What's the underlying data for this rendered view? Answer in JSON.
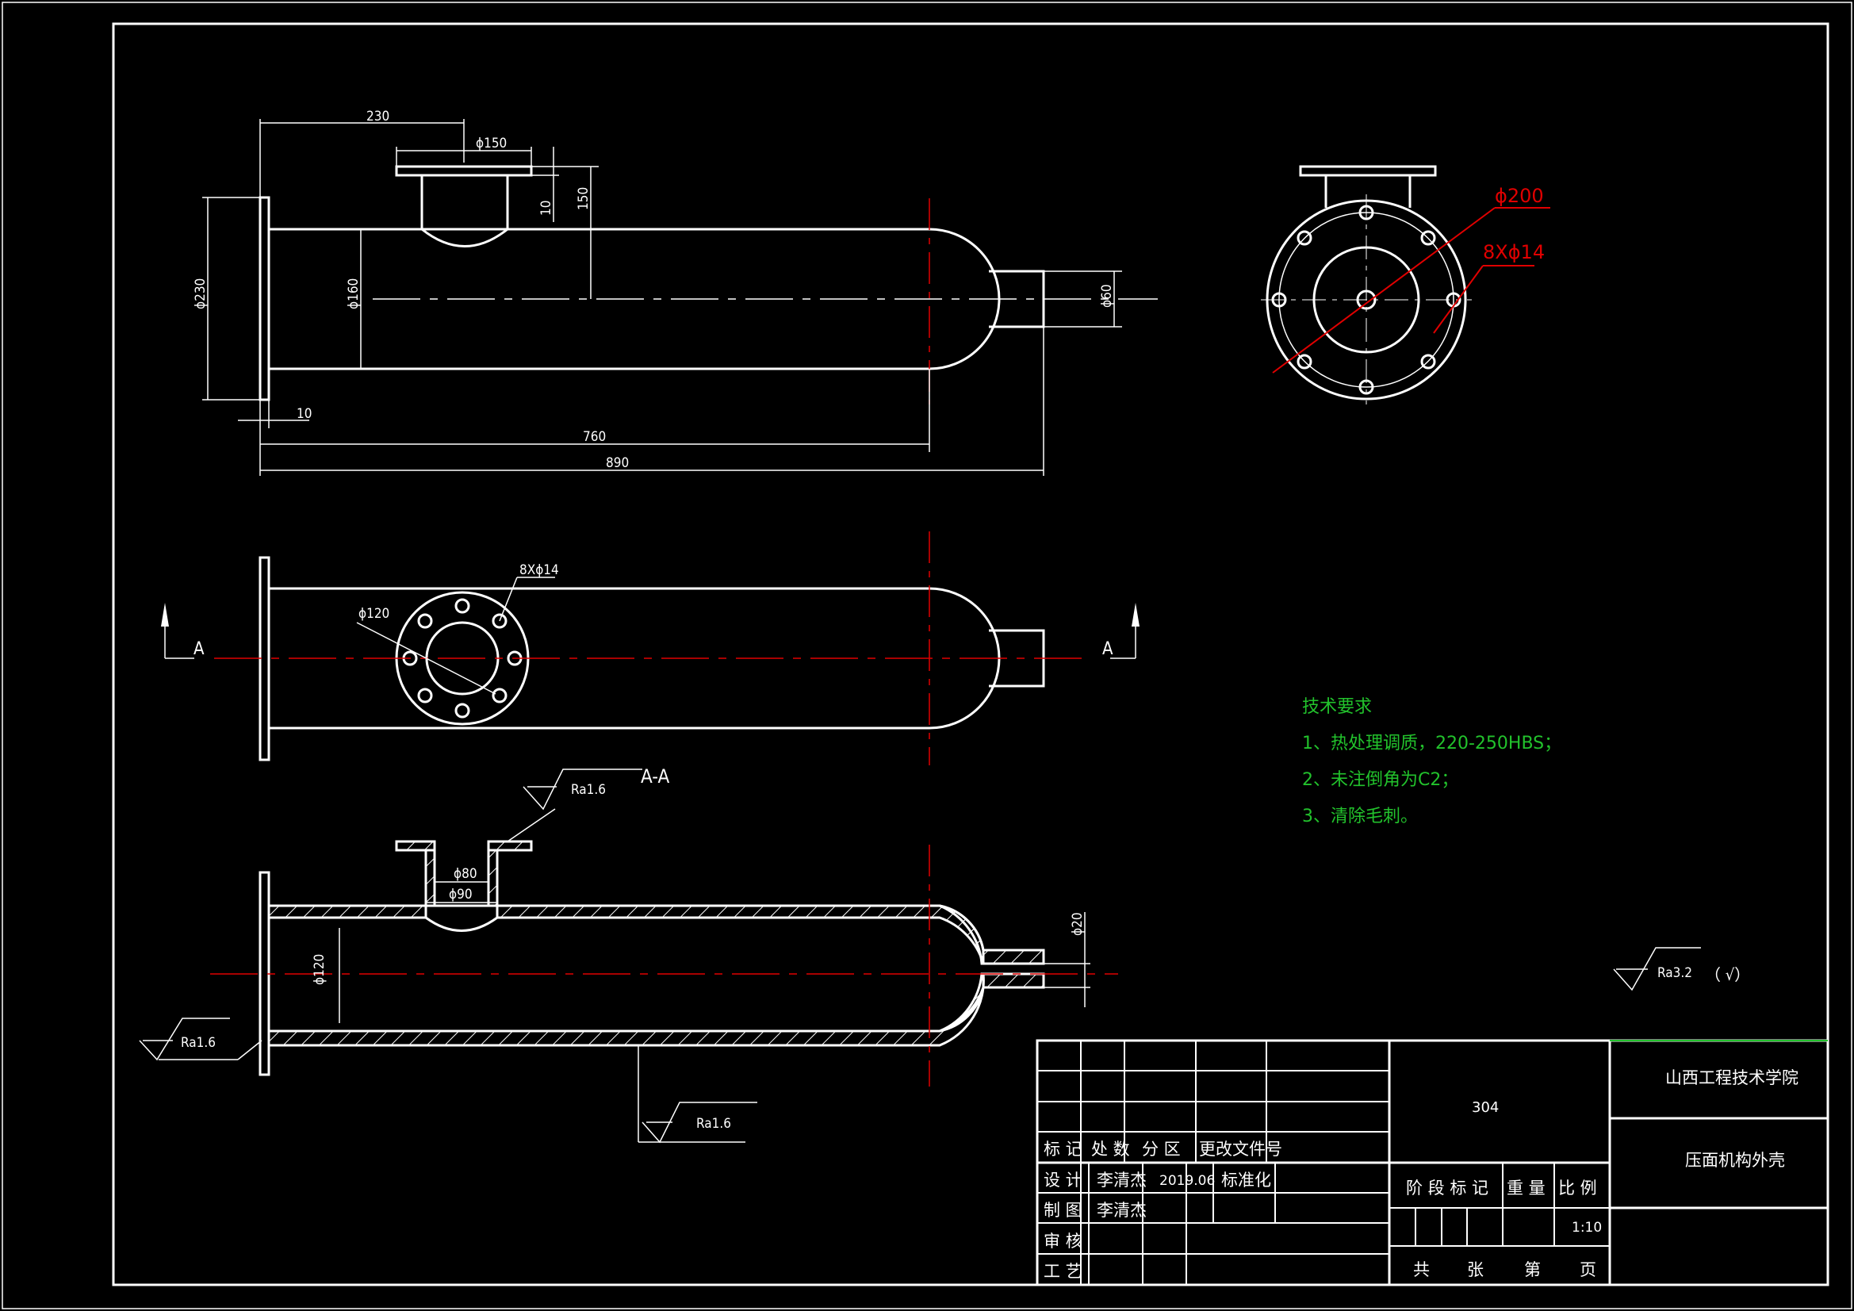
{
  "dims_view1": {
    "d230": "230",
    "d150": "ϕ150",
    "d10v": "10",
    "d150v": "150",
    "d230v": "ϕ230",
    "d160v": "ϕ160",
    "d60v": "ϕ60",
    "d10": "10",
    "d760": "760",
    "d890": "890"
  },
  "dims_view2": {
    "holes": "8Xϕ14",
    "d120": "ϕ120",
    "sectionLeft": "A",
    "sectionRight": "A"
  },
  "dims_view3": {
    "title": "A-A",
    "ra_top": "Ra1.6",
    "d80": "ϕ80",
    "d90": "ϕ90",
    "d120v": "ϕ120",
    "d20v": "ϕ20",
    "ra_left": "Ra1.6",
    "ra_bottom": "Ra1.6"
  },
  "side_view": {
    "d200": "ϕ200",
    "holes": "8Xϕ14"
  },
  "tech_req": {
    "heading": "技术要求",
    "line1": "1、热处理调质，220-250HBS；",
    "line2": "2、未注倒角为C2；",
    "line3": "3、清除毛刺。"
  },
  "roughness": {
    "general": "Ra3.2",
    "mark": "（ √）"
  },
  "title_block": {
    "material": "304",
    "school": "山西工程技术学院",
    "part_name": "压面机构外壳",
    "mark": "标 记",
    "count": "处 数",
    "zone": "分 区",
    "change_doc": "更改文件号",
    "design": "设 计",
    "designer": "李清杰",
    "date": "2019.06",
    "standard": "标准化",
    "draw": "制 图",
    "drawer": "李清杰",
    "review": "审 核",
    "process": "工 艺",
    "stage": "阶 段 标 记",
    "weight": "重  量",
    "scale_label": "比  例",
    "scale": "1:10",
    "total": "共",
    "sheets": "张",
    "page_of": "第",
    "page": "页"
  },
  "colors": {
    "lines": "#ffffff",
    "centerline": "#e00000",
    "notes": "#22c22c",
    "background": "#000000"
  }
}
